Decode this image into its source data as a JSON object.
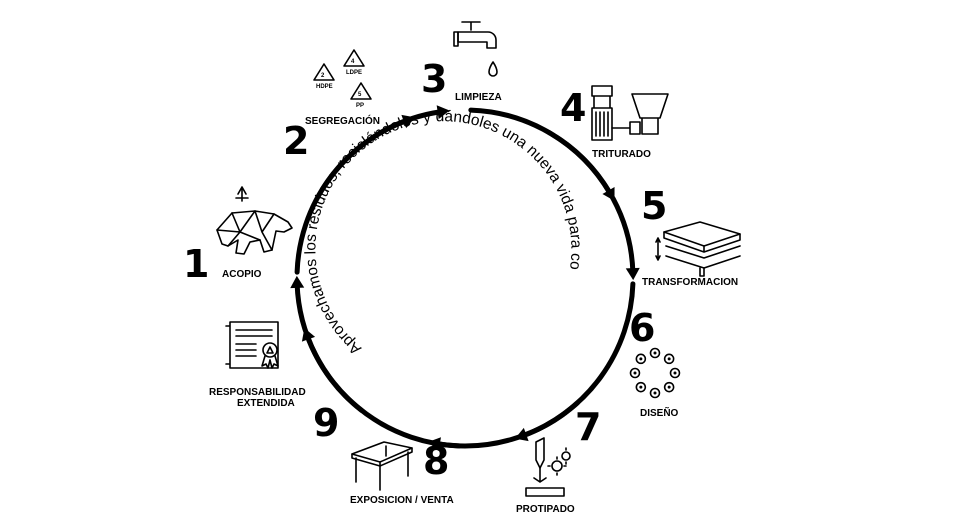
{
  "center_text": "Aprovechamos los residuos, reciclándolos y dándoles una nueva vida para convertirlos en nuevos productos.",
  "steps": [
    {
      "number": "1",
      "label": "ACOPIO",
      "icon": "polar-bear-icon"
    },
    {
      "number": "2",
      "label": "SEGREGACIÓN",
      "icon": "recycling-codes-icon"
    },
    {
      "number": "3",
      "label": "LIMPIEZA",
      "icon": "water-faucet-icon"
    },
    {
      "number": "4",
      "label": "TRITURADO",
      "icon": "shredder-machine-icon"
    },
    {
      "number": "5",
      "label": "TRANSFORMACION",
      "icon": "press-mold-icon"
    },
    {
      "number": "6",
      "label": "DISEÑO",
      "icon": "design-chain-icon"
    },
    {
      "number": "7",
      "label": "PROTIPADO",
      "icon": "laser-cutter-icon"
    },
    {
      "number": "8",
      "label": "EXPOSICION / VENTA",
      "icon": "table-icon"
    },
    {
      "number": "9",
      "label_line1": "RESPONSABILIDAD",
      "label_line2": "EXTENDIDA",
      "icon": "certificate-icon"
    }
  ],
  "recycling_codes": [
    {
      "code": "2",
      "name": "HDPE"
    },
    {
      "code": "4",
      "name": "LDPE"
    },
    {
      "code": "5",
      "name": "PP"
    }
  ],
  "colors": {
    "ink": "#000000",
    "background": "#ffffff"
  }
}
